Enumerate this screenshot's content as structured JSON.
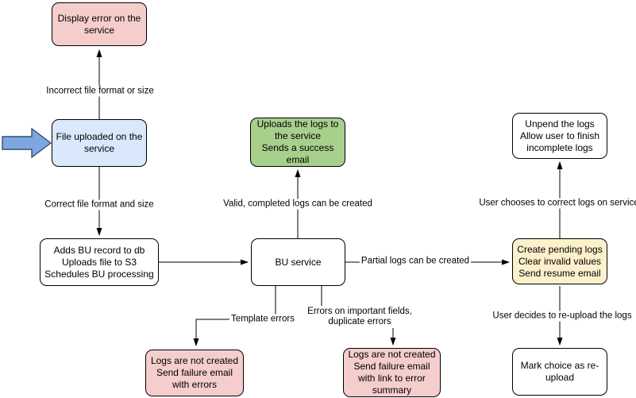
{
  "palette": {
    "node_red": "#f5cdcd",
    "node_green": "#a8d08d",
    "node_blue": "#dae8fc",
    "node_yellow": "#fdf1cc",
    "node_white": "#ffffff",
    "node_border": "#000000",
    "connector": "#000000",
    "input_arrow_fill": "#7ea6e0",
    "input_arrow_stroke": "#32506e"
  },
  "nodes": {
    "display_error": {
      "label": "Display error on the\nservice"
    },
    "file_uploaded": {
      "label": "File uploaded on the\nservice"
    },
    "adds_bu": {
      "label": "Adds BU record to db\nUploads file to S3\nSchedules BU processing"
    },
    "uploads_logs": {
      "label": "Uploads the logs to\nthe service\nSends a success\nemail"
    },
    "bu_service": {
      "label": "BU service"
    },
    "create_pending": {
      "label": "Create pending logs\nClear invalid values\nSend resume email"
    },
    "unpend": {
      "label": "Unpend the logs\nAllow user to finish\nincomplete logs"
    },
    "mark_choice": {
      "label": "Mark choice as re-\nupload"
    },
    "fail_template": {
      "label": "Logs are not created\nSend failure email\nwith errors"
    },
    "fail_fields": {
      "label": "Logs are not created\nSend failure email\nwith link to error\nsummary"
    }
  },
  "edge_labels": {
    "incorrect_format": "Incorrect file format or size",
    "correct_format": "Correct file format and size",
    "valid_logs": "Valid, completed logs can be created",
    "partial_logs": "Partial logs can be created",
    "template_errors": "Template errors",
    "field_errors": "Errors on important fields,\nduplicate errors",
    "user_correct": "User chooses to correct logs on service",
    "user_reupload": "User decides to re-upload the logs"
  }
}
